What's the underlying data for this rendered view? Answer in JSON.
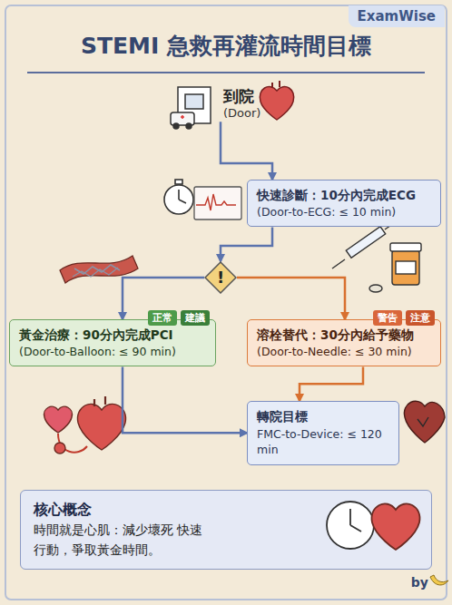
{
  "diagram": {
    "title": "STEMI 急救再灌流時間目標",
    "nodes": [
      {
        "text": [
          "到院",
          "(Door)"
        ]
      },
      {
        "text": [
          "快速診斷：10分內完成ECG",
          "(Door-to-ECG: ≤ 10 min)"
        ]
      },
      {
        "text": [
          "!"
        ]
      },
      {
        "text": [
          "黃金治療：90分內完成PCI",
          "(Door-to-Balloon: ≤ 90 min)"
        ]
      },
      {
        "text": [
          "正常"
        ],
        "in": 3
      },
      {
        "text": [
          "建議"
        ],
        "in": 3
      },
      {
        "text": [
          "溶栓替代：30分內給予藥物",
          "(Door-to-Needle: ≤ 30 min)"
        ]
      },
      {
        "text": [
          "警告"
        ],
        "in": 6
      },
      {
        "text": [
          "注意"
        ],
        "in": 6
      },
      {
        "text": [
          "轉院目標",
          "FMC-to-Device: ≤ 120 min"
        ]
      },
      {
        "text": [
          "核心概念",
          "時間就是心肌：減少壞死 快速行動，爭取黃金時間。"
        ]
      }
    ],
    "edges": [
      {
        "from": 0,
        "to": 1,
        "arrow": "to"
      },
      {
        "from": 1,
        "to": 2,
        "arrow": "to"
      },
      {
        "from": 2,
        "to": 3,
        "arrow": "to"
      },
      {
        "from": 2,
        "to": 6,
        "arrow": "to"
      },
      {
        "from": 3,
        "to": 9,
        "arrow": "to"
      },
      {
        "from": 6,
        "to": 9,
        "arrow": "to"
      }
    ],
    "labels": [
      "ExamWise",
      "by"
    ]
  }
}
